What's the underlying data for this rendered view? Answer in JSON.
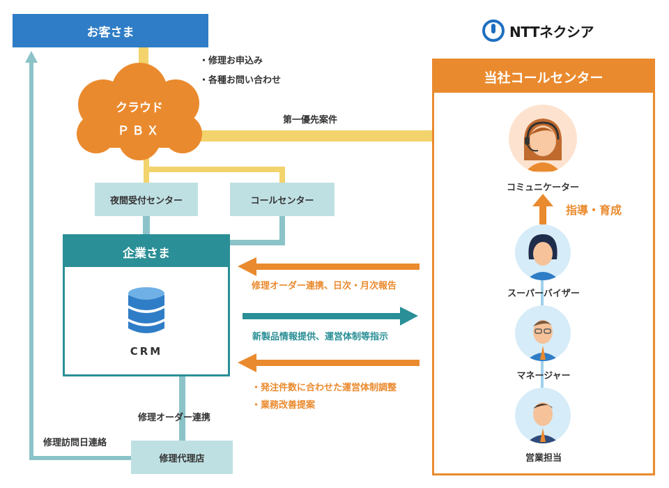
{
  "customer": {
    "label": "お客さま"
  },
  "customer_requests": [
    "・修理お申込み",
    "・各種お問い合わせ"
  ],
  "pbx": {
    "line1": "クラウド",
    "line2": "ＰＢＸ"
  },
  "priority_label": "第一優先案件",
  "night_center": {
    "label": "夜間受付センター"
  },
  "call_center": {
    "label": "コールセンター"
  },
  "company": {
    "title": "企業さま",
    "crm_label": "CRM"
  },
  "repair_order_link": "修理オーダー連携",
  "visit_date_contact": "修理訪問日連絡",
  "agency": {
    "label": "修理代理店"
  },
  "arrows": {
    "to_company_1": "修理オーダー連携、日次・月次報告",
    "to_center": "新製品情報提供、運営体制等指示",
    "to_company_2": [
      "・発注件数に合わせた運営体制調整",
      "・業務改善提案"
    ]
  },
  "logo": {
    "text": "NTTネクシア"
  },
  "our_center": {
    "title": "当社コールセンター",
    "communicator": "コミュニケーター",
    "guidance": "指導・育成",
    "supervisor": "スーパーバイザー",
    "manager": "マネージャー",
    "sales": "営業担当"
  },
  "colors": {
    "blue": "#2f7dc6",
    "orange": "#ea8a2e",
    "teal": "#2a8f96",
    "yellow": "#f2d36c",
    "light_teal": "#bfe0e3"
  }
}
